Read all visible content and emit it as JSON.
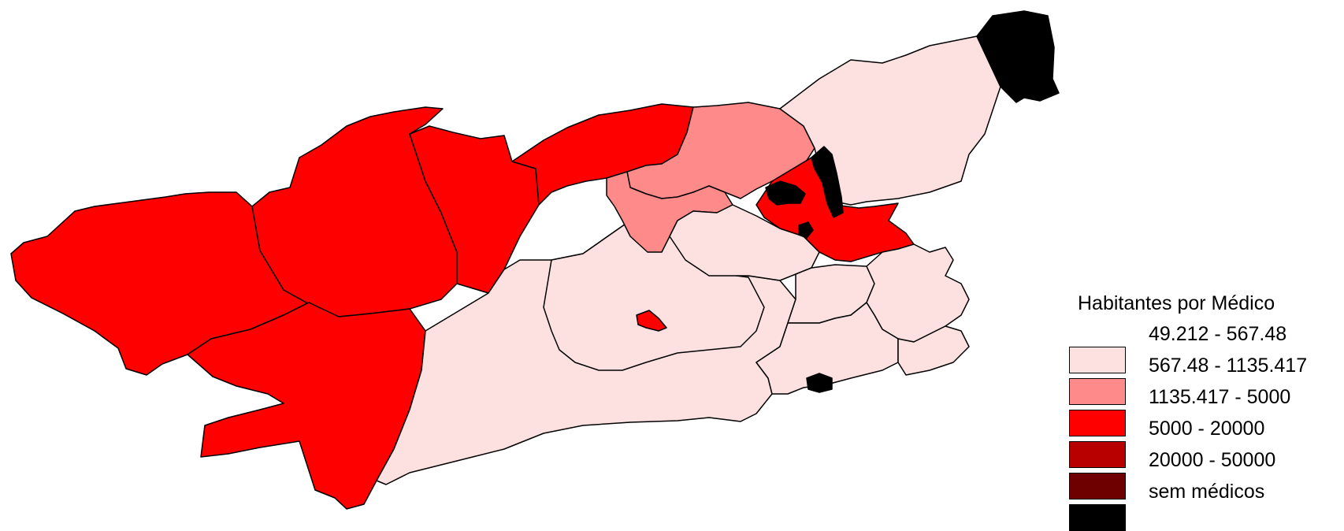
{
  "legend": {
    "title": "Habitantes por Médico",
    "labels": [
      "49.212 - 567.48",
      "567.48 - 1135.417",
      "1135.417 - 5000",
      "5000 - 20000",
      "20000 - 50000",
      "sem médicos"
    ]
  },
  "colors": {
    "very_light": "#fde1e1",
    "light": "#ff8a8a",
    "red": "#ff0000",
    "dark_red": "#b80000",
    "darker_red": "#6e0000",
    "black": "#000000",
    "outline": "#000000"
  },
  "swatch_order": [
    "very_light",
    "light",
    "red",
    "dark_red",
    "darker_red",
    "black"
  ]
}
